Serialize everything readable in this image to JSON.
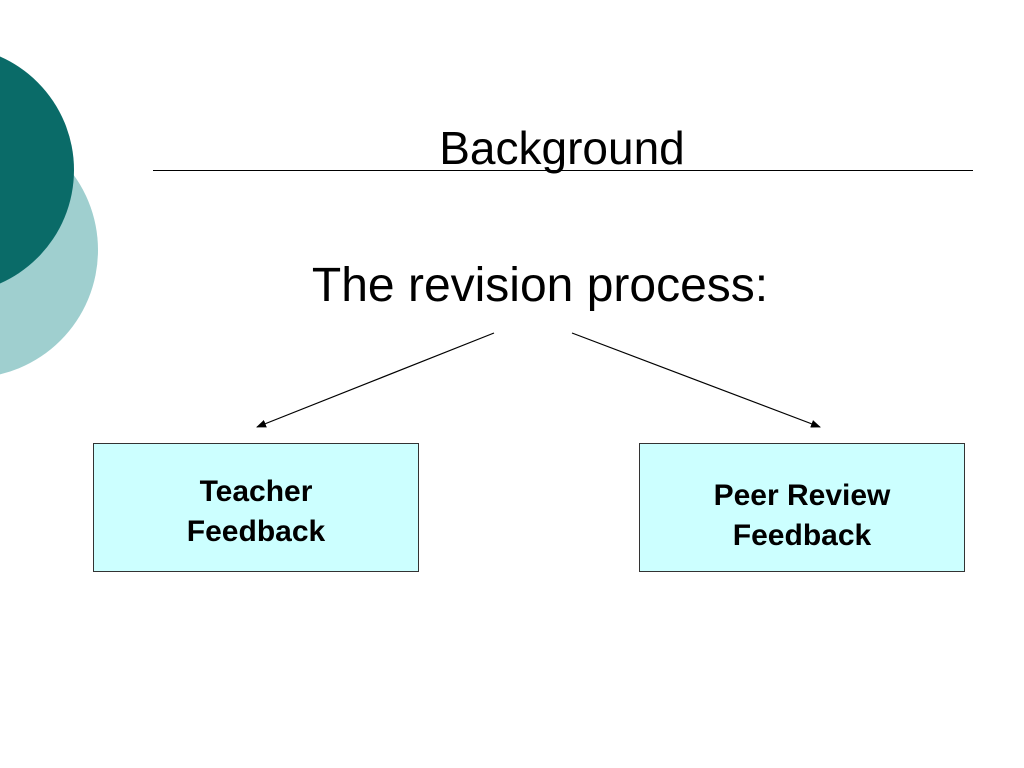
{
  "slide": {
    "title": "Background",
    "subtitle": "The revision process:",
    "theme_colors": {
      "dark_teal": "#0a6b68",
      "light_teal": "#9fcfcf",
      "box_fill": "#ccffff"
    }
  },
  "diagram": {
    "nodes": [
      {
        "id": "teacher",
        "lines": [
          "Teacher",
          "Feedback"
        ]
      },
      {
        "id": "peer",
        "lines": [
          "Peer Review",
          "Feedback"
        ]
      }
    ],
    "edges": [
      {
        "from": "subtitle",
        "to": "teacher"
      },
      {
        "from": "subtitle",
        "to": "peer"
      }
    ]
  }
}
